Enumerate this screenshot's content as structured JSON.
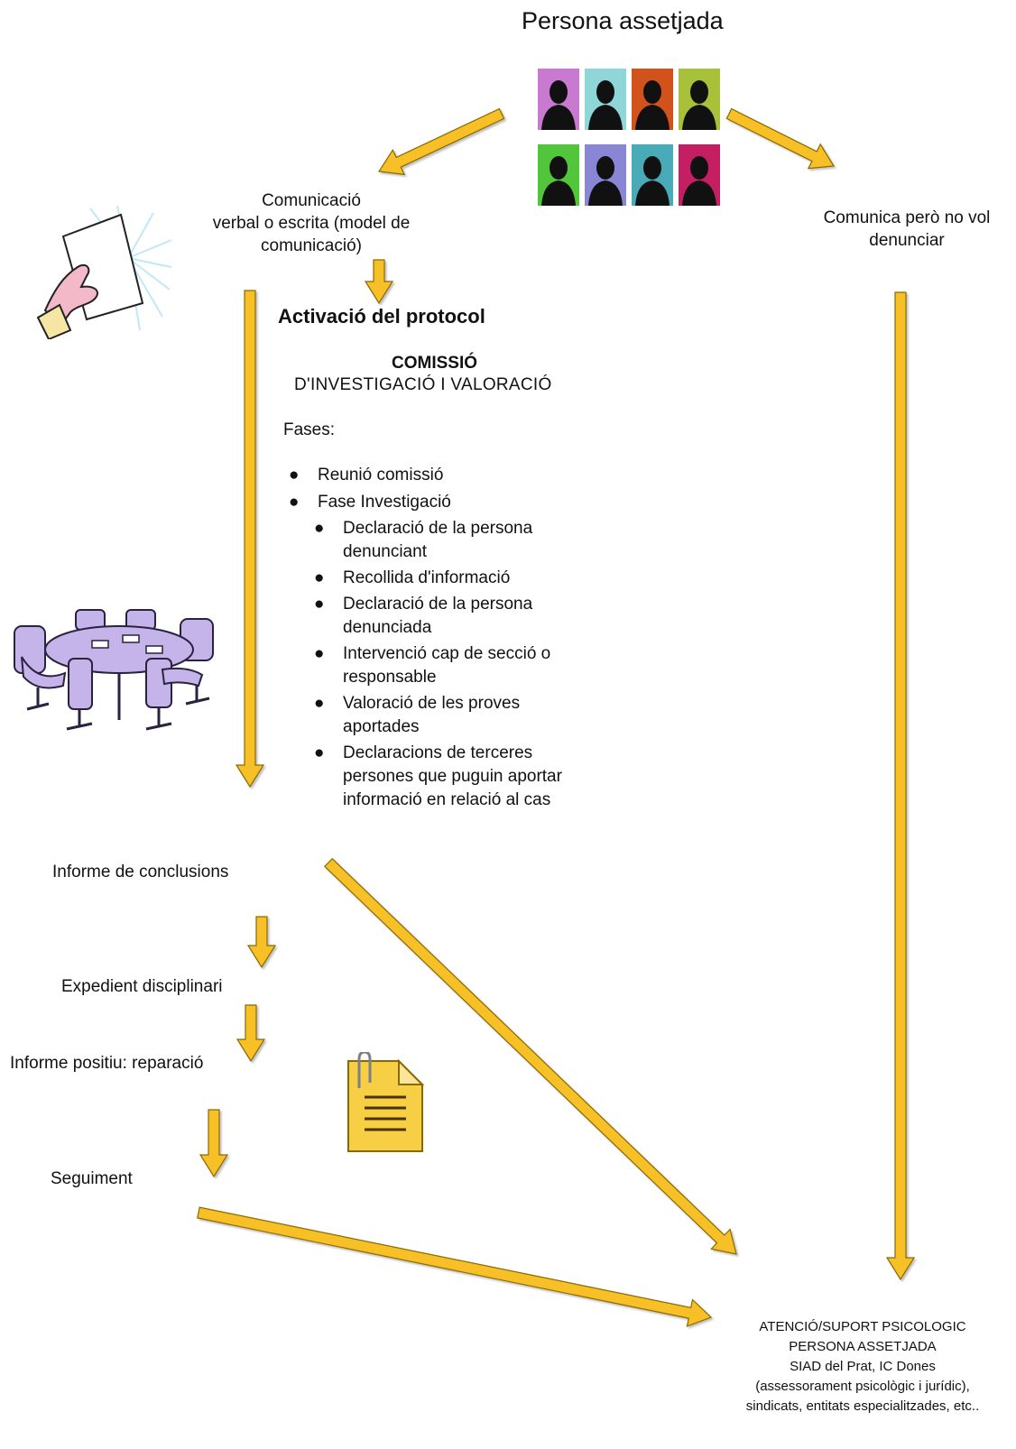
{
  "title": "Persona assetjada",
  "left_branch": {
    "line1": "Comunicació",
    "line2": "verbal o escrita (model de",
    "line3": "comunicació)"
  },
  "right_branch": {
    "line1": "Comunica però no vol",
    "line2": "denunciar"
  },
  "protocol": {
    "heading": "Activació del protocol",
    "commission_line1": "COMISSIÓ",
    "commission_line2": "D'INVESTIGACIÓ  I  VALORACIÓ",
    "phases_label": "Fases:",
    "phases": [
      "Reunió comissió",
      "Fase Investigació"
    ],
    "subphases": [
      [
        "Declaració de la persona",
        "denunciant"
      ],
      [
        "Recollida d'informació"
      ],
      [
        "Declaració de la persona",
        "denunciada"
      ],
      [
        "Intervenció cap de secció o",
        "responsable"
      ],
      [
        "Valoració de les proves",
        "aportades"
      ],
      [
        "Declaracions de terceres",
        "persones que puguin aportar",
        "informació en relació al cas"
      ]
    ],
    "bullet": "●"
  },
  "steps": {
    "conclusions": "Informe de conclusions",
    "disciplinary": "Expedient disciplinari",
    "positive": "Informe positiu: reparació",
    "followup": "Seguiment"
  },
  "support": {
    "line1": "ATENCIÓ/SUPORT PSICOLOGIC",
    "line2": "PERSONA ASSETJADA",
    "line3": "SIAD del Prat,  IC Dones",
    "line4": "(assessorament psicològic i jurídic),",
    "line5": "sindicats, entitats especialitzades, etc.."
  },
  "colors": {
    "arrow_fill": "#f7c025",
    "arrow_stroke": "#8a6a00",
    "portrait_backgrounds": [
      "#c87ad0",
      "#8fd6d8",
      "#d2521c",
      "#a7c23a",
      "#52c63a",
      "#8a86d6",
      "#49aab8",
      "#c41f62"
    ]
  },
  "icons": {
    "hand_paper": "hand-holding-paper-icon",
    "meeting": "meeting-table-icon",
    "document": "clipped-document-icon",
    "portraits": "people-silhouettes-icon"
  }
}
